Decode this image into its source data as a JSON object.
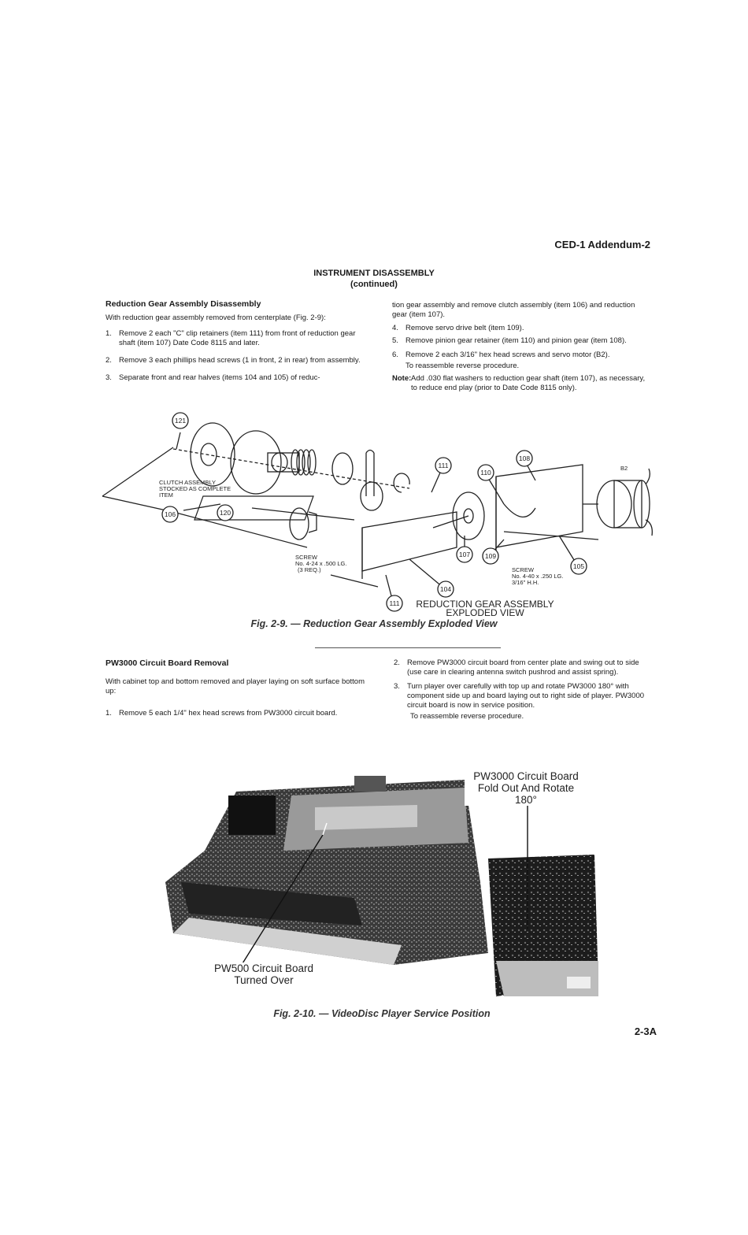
{
  "header": {
    "title": "CED-1 Addendum-2"
  },
  "section_title": {
    "line1": "INSTRUMENT DISASSEMBLY",
    "line2": "(continued)"
  },
  "reduction": {
    "heading": "Reduction Gear Assembly Disassembly",
    "intro": "With reduction gear assembly removed from centerplate (Fig. 2-9):",
    "steps_left": [
      {
        "num": "1.",
        "text": "Remove 2 each \"C\" clip retainers (item 111) from front of reduction gear shaft (item 107) Date Code 8115 and later."
      },
      {
        "num": "2.",
        "text": "Remove 3 each phillips head screws (1 in front, 2 in rear) from assembly."
      },
      {
        "num": "3.",
        "text": "Separate front and rear halves (items 104 and 105) of reduc-"
      }
    ],
    "continuation": "tion gear assembly and remove clutch assembly (item 106) and reduction gear (item 107).",
    "steps_right": [
      {
        "num": "4.",
        "text": "Remove servo drive belt (item 109)."
      },
      {
        "num": "5.",
        "text": "Remove pinion gear retainer (item 110) and pinion gear (item 108)."
      },
      {
        "num": "6.",
        "text": "Remove 2 each 3/16\" hex head screws and servo motor (B2)."
      }
    ],
    "reassemble": "To reassemble reverse procedure.",
    "note_label": "Note:",
    "note_text": "Add .030 flat washers to reduction gear shaft (item 107), as necessary, to reduce end play (prior to Date Code 8115 only)."
  },
  "figure1": {
    "callouts": [
      "121",
      "106",
      "120",
      "111",
      "110",
      "108",
      "107",
      "109",
      "105",
      "104",
      "111"
    ],
    "motor_label": "B2",
    "clutch_label": [
      "CLUTCH ASSEMBLY",
      "STOCKED AS COMPLETE",
      "ITEM"
    ],
    "screw1": [
      "SCREW",
      "No. 4-24 x .500 LG.",
      "(3 REQ.)"
    ],
    "screw2": [
      "SCREW",
      "No. 4-40 x .250 LG.",
      "3/16\" H.H."
    ],
    "title": [
      "REDUCTION GEAR ASSEMBLY",
      "EXPLODED VIEW"
    ],
    "caption": "Fig. 2-9. — Reduction Gear Assembly Exploded View"
  },
  "pw3000": {
    "heading": "PW3000 Circuit Board Removal",
    "intro": "With cabinet top and bottom removed and player laying on soft surface bottom up:",
    "steps_left": [
      {
        "num": "1.",
        "text": "Remove 5 each 1/4\" hex head screws from PW3000 circuit board."
      }
    ],
    "steps_right": [
      {
        "num": "2.",
        "text": "Remove PW3000 circuit board from center plate and swing out to side (use care in clearing antenna switch pushrod and assist spring)."
      },
      {
        "num": "3.",
        "text": "Turn player over carefully with top up and rotate PW3000 180° with component side up and board laying out to right side of player. PW3000 circuit board is now in service position."
      }
    ],
    "reassemble": "To reassemble reverse procedure."
  },
  "figure2": {
    "label_pw3000": [
      "PW3000 Circuit Board",
      "Fold Out And Rotate",
      "180°"
    ],
    "label_pw500": [
      "PW500 Circuit Board",
      "Turned Over"
    ],
    "caption": "Fig. 2-10. — VideoDisc Player Service Position"
  },
  "page_number": "2-3A"
}
